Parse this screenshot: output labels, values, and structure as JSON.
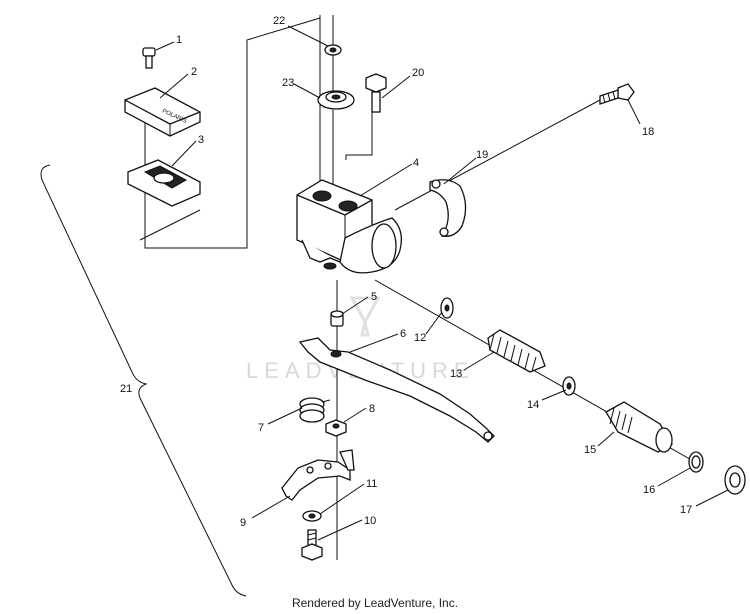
{
  "diagram": {
    "callouts": [
      {
        "id": "1",
        "label": "1"
      },
      {
        "id": "2",
        "label": "2"
      },
      {
        "id": "3",
        "label": "3"
      },
      {
        "id": "4",
        "label": "4"
      },
      {
        "id": "5",
        "label": "5"
      },
      {
        "id": "6",
        "label": "6"
      },
      {
        "id": "7",
        "label": "7"
      },
      {
        "id": "8",
        "label": "8"
      },
      {
        "id": "9",
        "label": "9"
      },
      {
        "id": "10",
        "label": "10"
      },
      {
        "id": "11",
        "label": "11"
      },
      {
        "id": "12",
        "label": "12"
      },
      {
        "id": "13",
        "label": "13"
      },
      {
        "id": "14",
        "label": "14"
      },
      {
        "id": "15",
        "label": "15"
      },
      {
        "id": "16",
        "label": "16"
      },
      {
        "id": "17",
        "label": "17"
      },
      {
        "id": "18",
        "label": "18"
      },
      {
        "id": "19",
        "label": "19"
      },
      {
        "id": "20",
        "label": "20"
      },
      {
        "id": "21",
        "label": "21"
      },
      {
        "id": "22",
        "label": "22"
      },
      {
        "id": "23",
        "label": "23"
      }
    ],
    "watermark": "LEADVENTURE",
    "reservoir_cap_text": "POLARIS"
  },
  "footer": {
    "text": "Rendered by LeadVenture, Inc."
  }
}
